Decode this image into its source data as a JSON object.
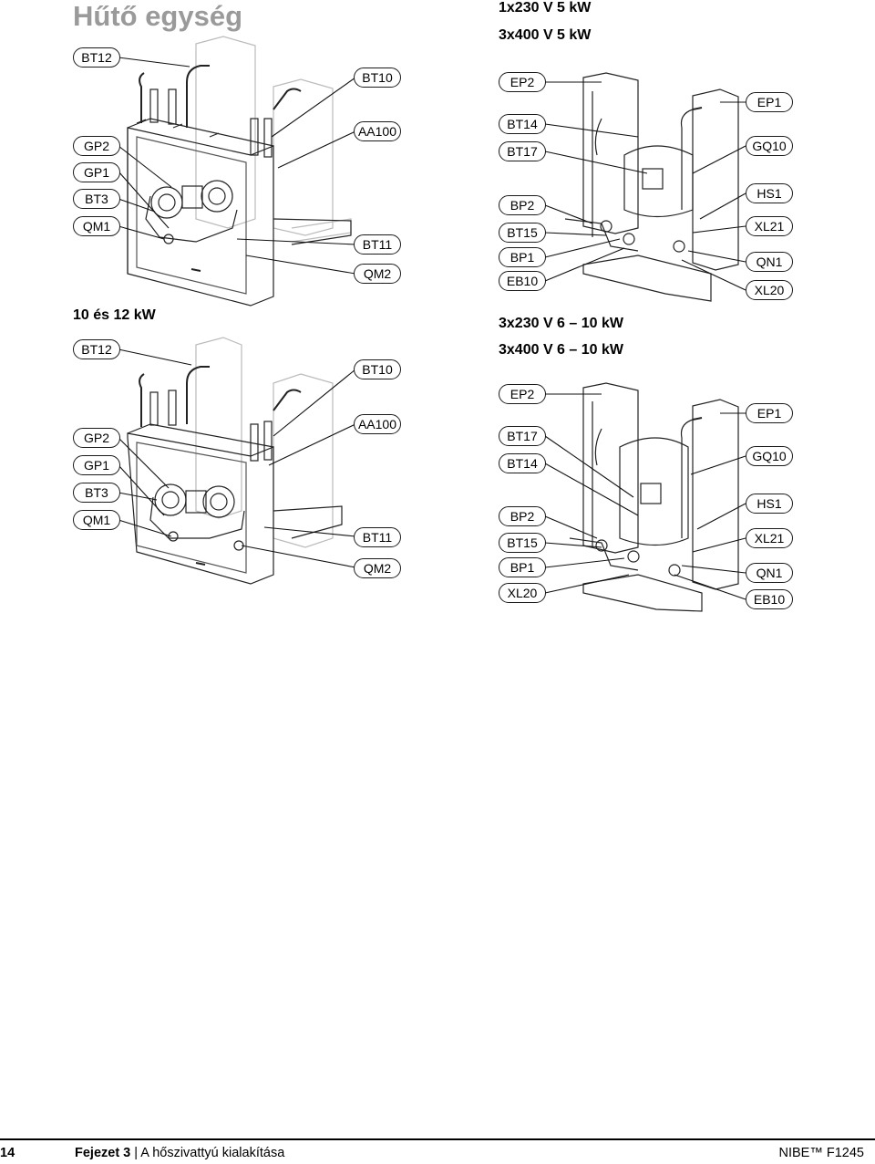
{
  "page": {
    "title": "Hűtő egység",
    "subheads": {
      "left_top": "",
      "left_bottom": "10 és 12 kW",
      "right_top_1": "1x230 V 5 kW",
      "right_top_2": "3x400 V 5 kW",
      "right_bottom_1": "3x230 V 6 – 10 kW",
      "right_bottom_2": "3x400 V 6 – 10 kW"
    }
  },
  "labels": {
    "tl": [
      "BT12",
      "BT10",
      "GP2",
      "AA100",
      "GP1",
      "BT3",
      "QM1",
      "BT11",
      "QM2"
    ],
    "tr": [
      "EP2",
      "EP1",
      "BT14",
      "GQ10",
      "BT17",
      "HS1",
      "BP2",
      "XL21",
      "BT15",
      "QN1",
      "BP1",
      "EB10",
      "XL20"
    ],
    "bl": [
      "BT12",
      "BT10",
      "GP2",
      "AA100",
      "GP1",
      "BT3",
      "QM1",
      "BT11",
      "QM2"
    ],
    "br": [
      "EP2",
      "EP1",
      "BT17",
      "GQ10",
      "BT14",
      "HS1",
      "BP2",
      "XL21",
      "BT15",
      "QN1",
      "BP1",
      "EB10",
      "XL20"
    ]
  },
  "footer": {
    "page_number": "14",
    "chapter_label": "Fejezet 3",
    "separator": "|",
    "chapter_title": "A hőszivattyú kialakítása",
    "brand": "NIBE™ F1245"
  }
}
